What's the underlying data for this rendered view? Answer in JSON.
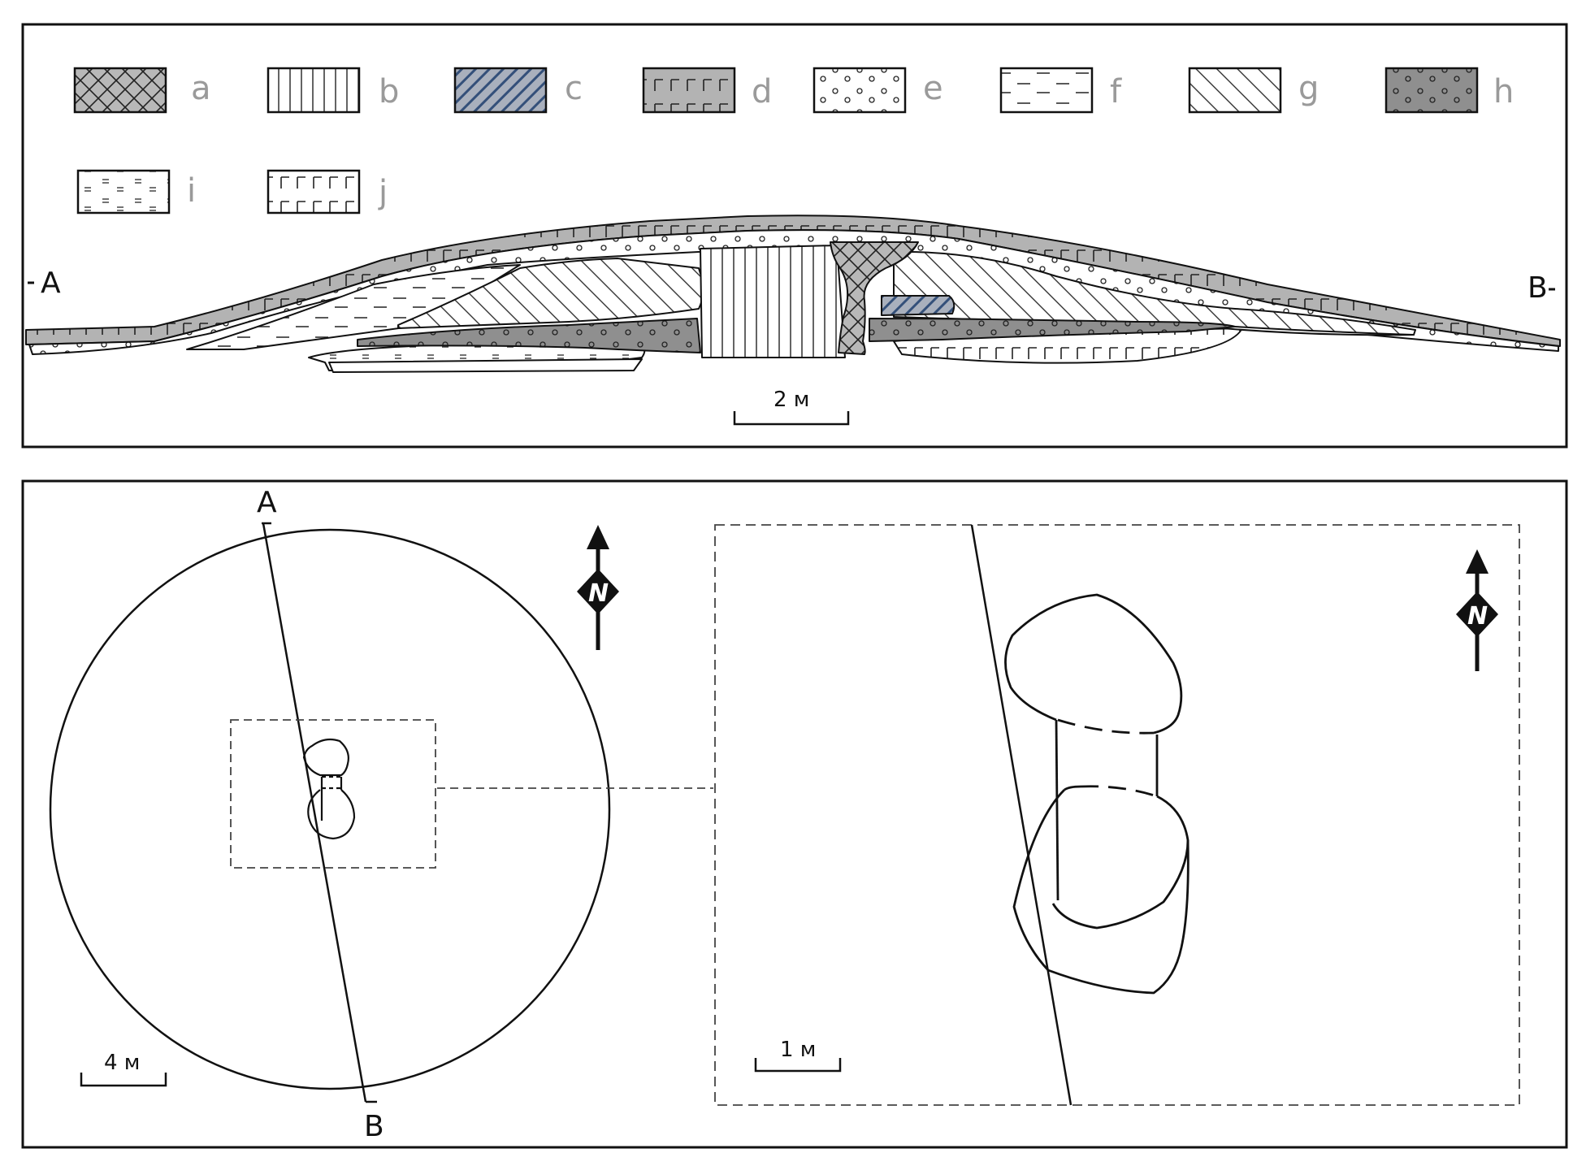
{
  "legend": [
    {
      "key": "a",
      "label": "a",
      "pattern": "crosshatch"
    },
    {
      "key": "b",
      "label": "b",
      "pattern": "vertical-lines"
    },
    {
      "key": "c",
      "label": "c",
      "pattern": "diagonal-dark"
    },
    {
      "key": "d",
      "label": "d",
      "pattern": "brick-gray"
    },
    {
      "key": "e",
      "label": "e",
      "pattern": "circles"
    },
    {
      "key": "f",
      "label": "f",
      "pattern": "dashes"
    },
    {
      "key": "g",
      "label": "g",
      "pattern": "diagonal"
    },
    {
      "key": "h",
      "label": "h",
      "pattern": "circles-gray"
    },
    {
      "key": "i",
      "label": "i",
      "pattern": "double-dashes"
    },
    {
      "key": "j",
      "label": "j",
      "pattern": "brick-white"
    }
  ],
  "section": {
    "left_label": "A",
    "right_label": "B",
    "scale_label": "2 м"
  },
  "plan": {
    "top_label": "A",
    "bottom_label": "B",
    "scale_label": "4 м",
    "north_label": "N"
  },
  "detail": {
    "scale_label": "1 м",
    "north_label": "N"
  },
  "colors": {
    "gray_fill": "#b3b3b3",
    "dark_gray_fill": "#8f8f8f",
    "diag_dark": "#34507a",
    "line": "#111111",
    "legend_text": "#9a9a9a"
  }
}
